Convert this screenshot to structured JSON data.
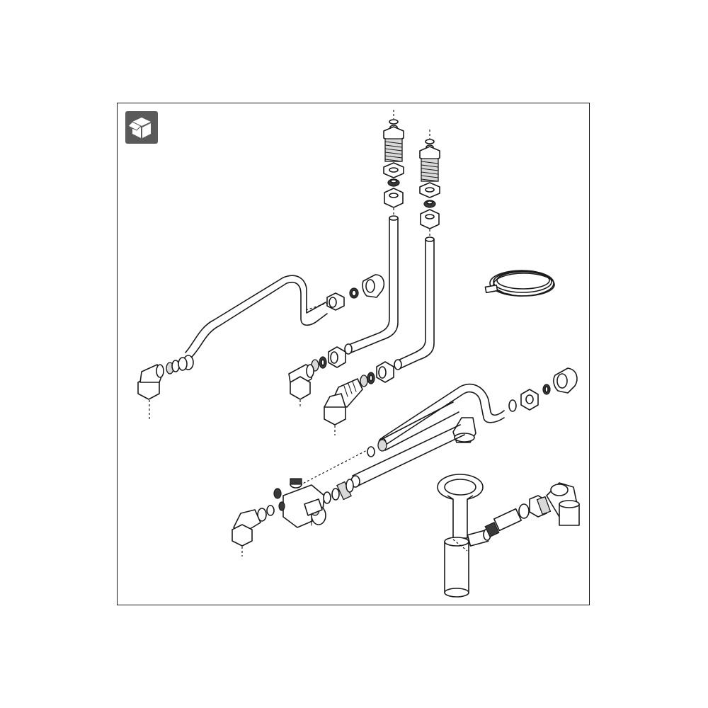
{
  "diagram": {
    "colors": {
      "line": "#1a1a1a",
      "badge": "#5a5a5a",
      "fill_gray": "#d9d9d9",
      "fill_dark": "#3a3a3a"
    },
    "icons": [
      "package-box-icon"
    ],
    "parts": [
      "hot-water-supply-pipe",
      "cold-water-supply-pipe",
      "compression-fittings",
      "angle-elbow-connectors",
      "mixing-valve-assembly",
      "coiled-capillary-line",
      "bottle-trap-siphon",
      "drain-elbow-fitting"
    ]
  }
}
